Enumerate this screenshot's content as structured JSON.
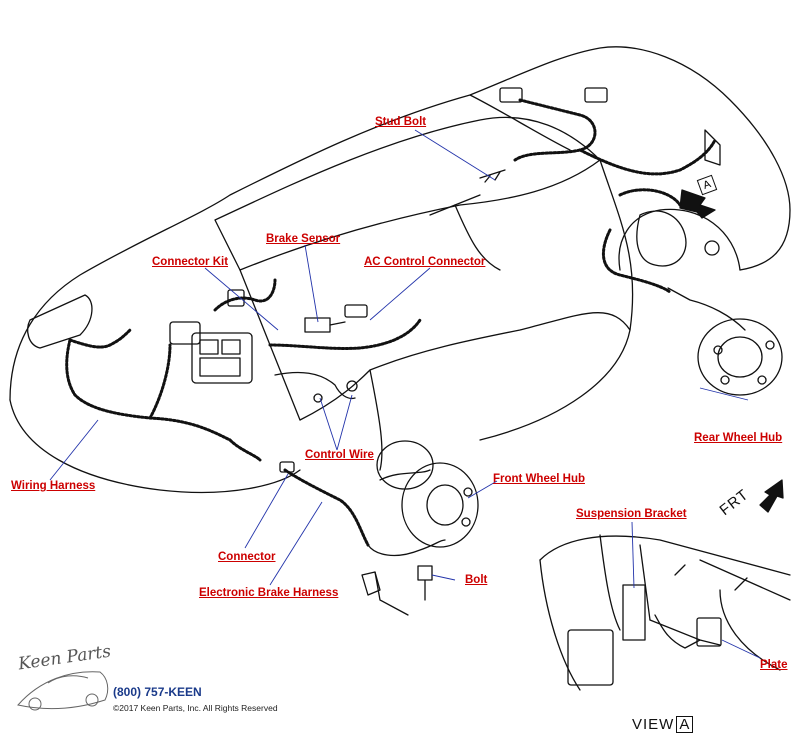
{
  "labels": {
    "stud_bolt": "Stud Bolt",
    "brake_sensor": "Brake Sensor",
    "connector_kit": "Connector Kit",
    "ac_control_connector": "AC Control Connector",
    "rear_wheel_hub": "Rear Wheel Hub",
    "wiring_harness": "Wiring Harness",
    "control_wire": "Control Wire",
    "front_wheel_hub": "Front Wheel Hub",
    "suspension_bracket": "Suspension Bracket",
    "connector": "Connector",
    "electronic_brake_harness": "Electronic Brake Harness",
    "bolt": "Bolt",
    "plate": "Plate"
  },
  "view": {
    "prefix": "VIEW",
    "letter": "A"
  },
  "direction_label": "FRT",
  "view_tag": "A",
  "logo": {
    "signature": "Keen Parts",
    "phone": "(800) 757-KEEN",
    "copyright": "©2017 Keen Parts, Inc. All Rights Reserved"
  },
  "colors": {
    "label": "#cc0000",
    "leader": "#2233aa",
    "phone": "#1a3a8a"
  }
}
